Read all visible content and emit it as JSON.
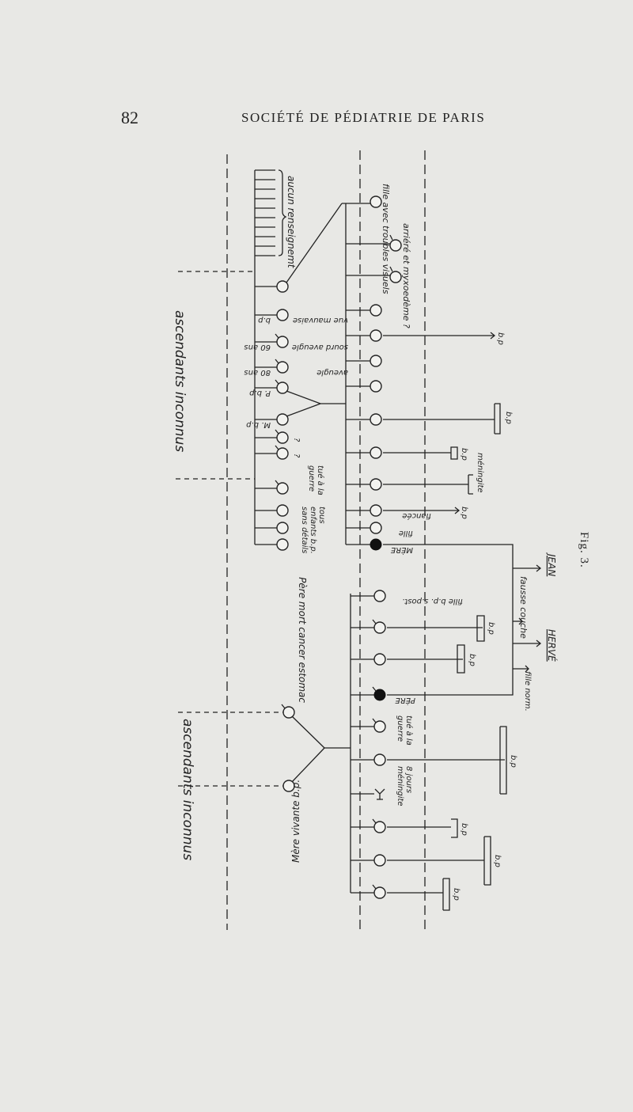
{
  "header": {
    "page_number": "82",
    "title": "SOCIÉTÉ DE PÉDIATRIE DE PARIS"
  },
  "caption": "Fig. 3.",
  "maternal": {
    "ascendants": "ascendants inconnus",
    "aucun": "aucun renseignemt",
    "gen2": {
      "vue": "vue mauvaise",
      "vue_bp": "b.p",
      "sourd": "sourd aveugle",
      "sourd_age": "60 ans",
      "aveugle": "aveugle",
      "aveugle_age": "80 ans",
      "pbp": "P. b.p",
      "mbp": "M. b.p",
      "q1": "?",
      "q2": "?",
      "tue": "tué à la guerre",
      "tous": "tous enfants b.p. sans détails"
    },
    "gen3": {
      "fille_visuels": "fille avec troubles visuels",
      "arriere": "arriéré et myxoedème ?",
      "bp1": "b.p",
      "bp2": "b.p",
      "bp3": "b.p",
      "meningite": "méningite",
      "bp4": "b.p",
      "fiancee": "fiancée",
      "fille": "fille",
      "mere": "MÈRE"
    }
  },
  "paternal": {
    "ascendants": "ascendants inconnus",
    "grandmother": "Mère vivante b.p.",
    "grandfather": "Père mort cancer estomac",
    "gen3": {
      "fille_bp": "fille b.p. s.post.",
      "bp1": "b.p",
      "bp2": "b.p",
      "pere": "PÈRE",
      "tue": "tué à la guerre",
      "bp3": "b.p",
      "huit_jours": "8 jours méningite",
      "bp4": "b.p",
      "bp5": "b.p",
      "bp6": "b.p"
    }
  },
  "children": {
    "jean": "JEAN",
    "fausse_couche": "fausse couche",
    "herve": "HERVÉ",
    "fille_norm": "fille norm."
  }
}
